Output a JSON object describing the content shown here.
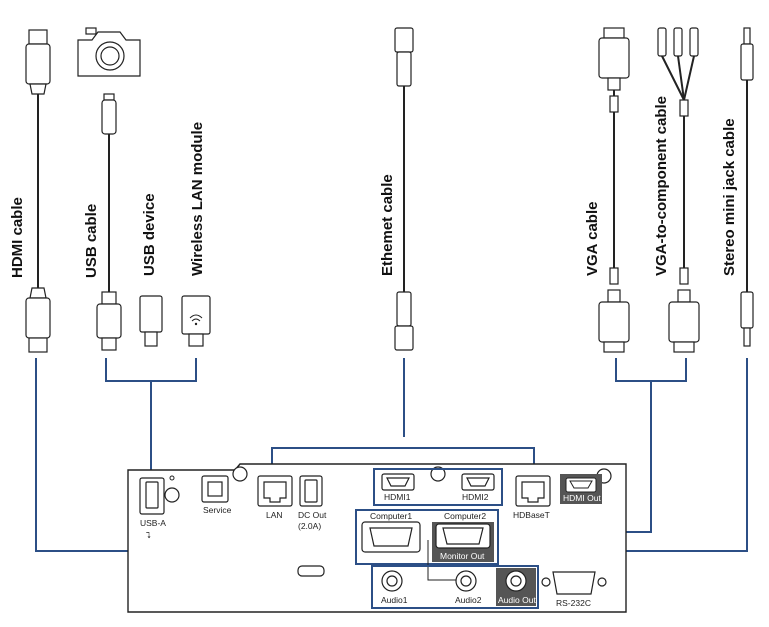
{
  "cables": {
    "hdmi": "HDMI cable",
    "usb": "USB cable",
    "usb_device": "USB device",
    "wireless_lan": "Wireless LAN module",
    "ethernet": "Ethemet cable",
    "vga": "VGA cable",
    "vga_component": "VGA-to-component cable",
    "stereo_mini": "Stereo mini jack cable"
  },
  "ports": {
    "usb_a": "USB-A",
    "usb_a_symbol": "⮧",
    "service": "Service",
    "lan": "LAN",
    "dc_out": "DC Out",
    "dc_out_rating": "(2.0A)",
    "hdmi1": "HDMI1",
    "hdmi2": "HDMI2",
    "hdbaset": "HDBaseT",
    "hdmi_out": "HDMI Out",
    "computer1": "Computer1",
    "computer2": "Computer2",
    "monitor_out": "Monitor Out",
    "audio1": "Audio1",
    "audio2": "Audio2",
    "audio_out": "Audio Out",
    "rs232c": "RS-232C"
  },
  "colors": {
    "wire": "#2c4f86",
    "cable": "#222222",
    "inverse_port": "#555555"
  }
}
